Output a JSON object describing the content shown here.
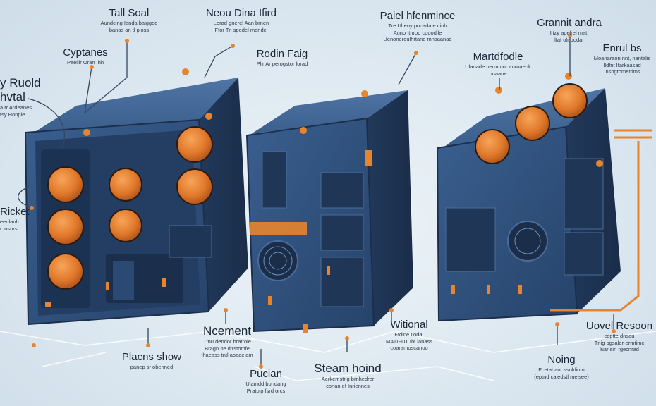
{
  "palette": {
    "body": "#2f4f7a",
    "body_dark": "#1f3657",
    "accent": "#e8842c",
    "line": "#33475f",
    "bg": "#dce8f1"
  },
  "labels": {
    "tail_soal": {
      "title": "Tall Soal",
      "sub": [
        "Aundcing Ianda baigged",
        "banas an tl ploss"
      ]
    },
    "neou_dina": {
      "title": "Neou Dina Ifird",
      "sub": [
        "Lorad gnerel Aan brnen",
        "Ffor Tn spedel mondel"
      ]
    },
    "paiel": {
      "title": "Paiel hfenmince",
      "sub": [
        "Tre Ulteny pocadate cinh",
        "Auno Itnrod cooodile",
        "Uenoneroulhrtane mnsaanad"
      ]
    },
    "grannit_andra": {
      "title": "Grannit andra",
      "sub": [
        "Iitzy apelrel mat,",
        "ltat olr bodar"
      ]
    },
    "cyptanes": {
      "title": "Cyptanes",
      "sub": [
        "Paeilir Oran Ihh"
      ]
    },
    "rodin_faig": {
      "title": "Rodin Faig",
      "sub": [
        "Plir Ar perogstor lorad"
      ]
    },
    "martdfodle": {
      "title": "Martdfodle",
      "sub": [
        "Ulaoade nerm uor anroaenk",
        "pnaaue"
      ]
    },
    "enrul_bs": {
      "title": "Enrul bs",
      "sub": [
        "Moanaraon nnt, nantalis",
        "Ildfnt Ifarkaasad",
        "Inshgtomertims"
      ]
    },
    "fluid_hvital": {
      "title": "y Ruold hvtal",
      "sub": [
        "a rr Ardeanes",
        "tsy Honpie"
      ]
    },
    "ricket": {
      "title": "Ricket",
      "sub": [
        "eenlanh",
        "r iosnrs"
      ]
    },
    "ncement": {
      "title": "Ncement",
      "sub": [
        "Ttnu dendor bratrole",
        "Bragn Ite dtrstomfe",
        "Ihaeass tntl aoaaelam"
      ]
    },
    "witional": {
      "title": "Witional",
      "sub": [
        "Ftdine Iloda,",
        "MATIFUT Iht lanass",
        "coaramoscanoo"
      ]
    },
    "uovel_resoon": {
      "title": "Uovel Resoon",
      "sub": [
        "coptte dnsau",
        "Tnig pgsaler-ermtimc",
        "luar sin rgecnrad"
      ]
    },
    "placns_show": {
      "title": "Placns show",
      "sub": [
        "panep sr obenned"
      ]
    },
    "pucian": {
      "title": "Pucian",
      "sub": [
        "Ulamdd bbndang",
        "Pratolp fsrd orcs"
      ]
    },
    "steam_hoind": {
      "title": "Steam hoind",
      "sub": [
        "Aerkemstng brnhedrer",
        "conan ef Inriennes"
      ]
    },
    "noing": {
      "title": "Noing",
      "sub": [
        "Fcetabaor ssoldiom",
        "(eptnd caledstl melsee)"
      ]
    }
  }
}
